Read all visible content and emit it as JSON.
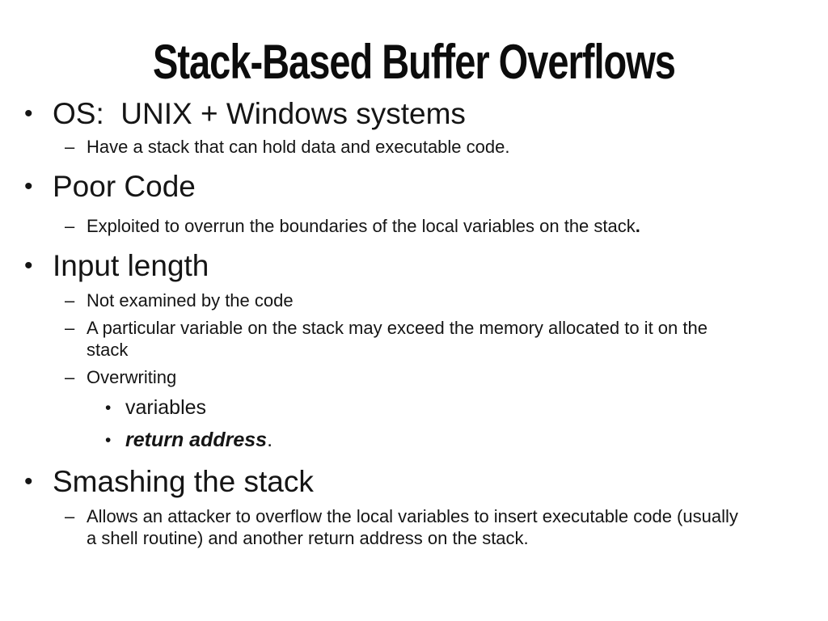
{
  "slide": {
    "title": "Stack-Based Buffer Overflows",
    "markers": {
      "disc": "•",
      "dash": "–"
    },
    "bullets": [
      {
        "text": "OS:  UNIX + Windows systems"
      },
      {
        "text": "Have a stack that can hold data and executable code."
      },
      {
        "text": "Poor Code"
      },
      {
        "text": "Exploited to overrun the boundaries of the local variables on the stack",
        "bold_period": "."
      },
      {
        "text": "Input length"
      },
      {
        "text": "Not examined by the code"
      },
      {
        "lines": [
          "A particular variable on the stack may exceed the memory allocated to it on the",
          "stack"
        ]
      },
      {
        "text": "Overwriting"
      },
      {
        "text": "variables"
      },
      {
        "emphasis": "return address",
        "suffix": "."
      },
      {
        "text": "Smashing the stack"
      },
      {
        "lines": [
          "Allows an attacker to overflow the local variables to insert executable code (usually",
          "a shell routine) and another return address on the stack."
        ]
      }
    ]
  }
}
